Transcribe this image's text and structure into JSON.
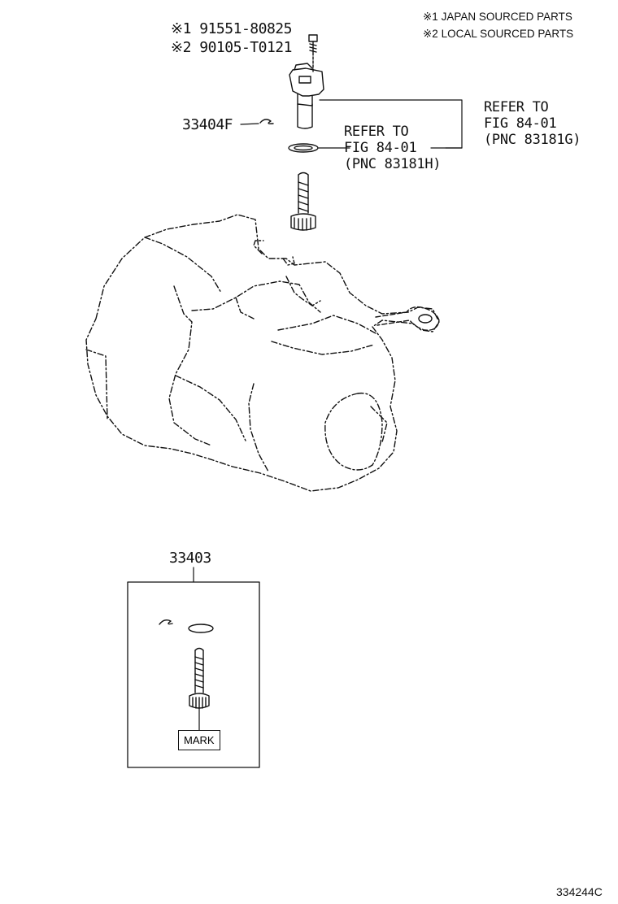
{
  "notes": [
    "※1 JAPAN SOURCED PARTS",
    "※2 LOCAL SOURCED PARTS"
  ],
  "bolt_parts": [
    "※1 91551-80825",
    "※2 90105-T0121"
  ],
  "clip_part": "33404F",
  "refer_upper": [
    "REFER TO",
    "FIG 84-01",
    "(PNC 83181G)"
  ],
  "refer_lower": [
    "REFER TO",
    "FIG 84-01",
    "(PNC 83181H)"
  ],
  "kit_part": "33403",
  "mark_label": "MARK",
  "figure_id": "334244C"
}
